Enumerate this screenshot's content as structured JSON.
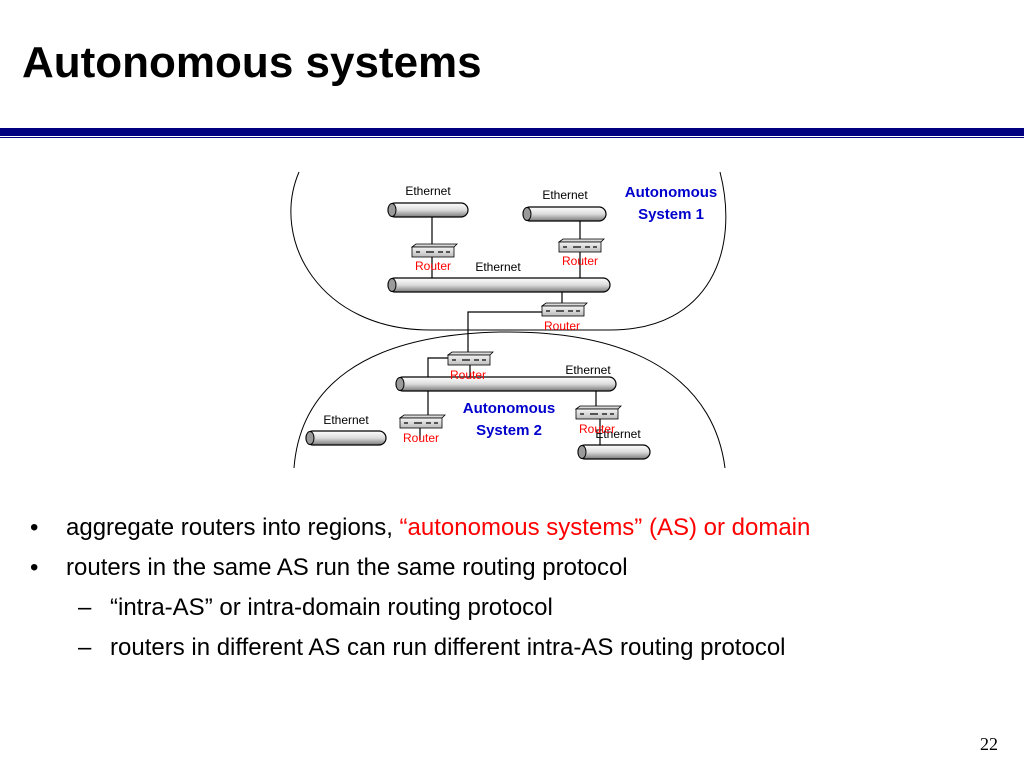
{
  "slide": {
    "title": "Autonomous systems",
    "page_number": "22"
  },
  "colors": {
    "rule": "#000080",
    "highlight": "#ff0000",
    "router_label": "#ff0000",
    "as_label": "#0000cc",
    "text": "#000000"
  },
  "diagram": {
    "as1_label": [
      "Autonomous",
      "System 1"
    ],
    "as2_label": [
      "Autonomous",
      "System 2"
    ],
    "ethernet_labels": [
      "Ethernet",
      "Ethernet",
      "Ethernet",
      "Ethernet",
      "Ethernet",
      "Ethernet"
    ],
    "router_labels": [
      "Router",
      "Router",
      "Router",
      "Router",
      "Router",
      "Router"
    ]
  },
  "bullets": [
    {
      "marker": "•",
      "level": 1,
      "text": "aggregate routers into regions, ",
      "highlight": "“autonomous systems” (AS) or domain"
    },
    {
      "marker": "•",
      "level": 1,
      "text": "routers in the same AS run the same routing protocol",
      "highlight": ""
    },
    {
      "marker": "–",
      "level": 2,
      "text": "“intra-AS” or intra-domain routing protocol",
      "highlight": ""
    },
    {
      "marker": "–",
      "level": 2,
      "text": "routers in different AS can run different intra-AS routing protocol",
      "highlight": ""
    }
  ]
}
